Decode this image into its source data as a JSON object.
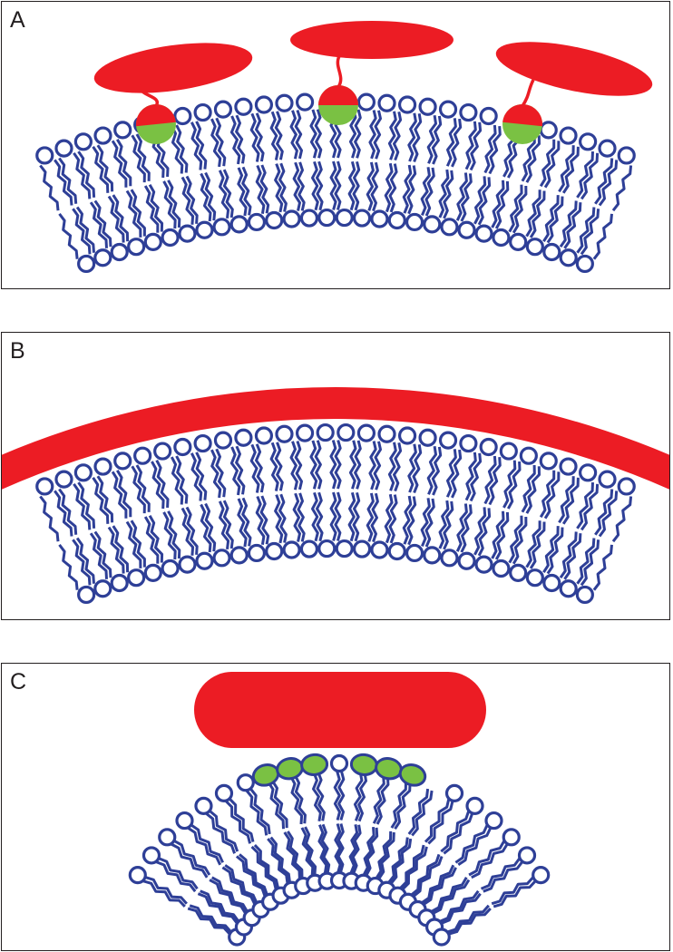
{
  "panels": [
    {
      "label": "A"
    },
    {
      "label": "B"
    },
    {
      "label": "C"
    }
  ],
  "colors": {
    "lipid": "#2e3f97",
    "protein": "#ec1c24",
    "inserted_domain": "#7ac143",
    "frame": "#231f20",
    "background": "#ffffff"
  }
}
